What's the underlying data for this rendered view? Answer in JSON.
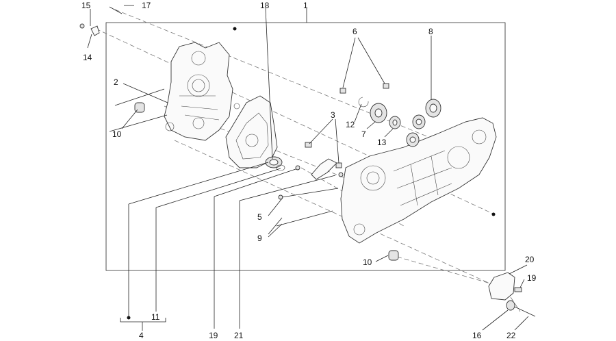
{
  "callouts": [
    {
      "id": "15",
      "text": "15"
    },
    {
      "id": "17",
      "text": "17"
    },
    {
      "id": "14",
      "text": "14"
    },
    {
      "id": "18",
      "text": "18"
    },
    {
      "id": "1",
      "text": "1"
    },
    {
      "id": "6",
      "text": "6"
    },
    {
      "id": "8",
      "text": "8"
    },
    {
      "id": "2",
      "text": "2"
    },
    {
      "id": "10a",
      "text": "10"
    },
    {
      "id": "3",
      "text": "3"
    },
    {
      "id": "12",
      "text": "12"
    },
    {
      "id": "7",
      "text": "7"
    },
    {
      "id": "13",
      "text": "13"
    },
    {
      "id": "5",
      "text": "5"
    },
    {
      "id": "9",
      "text": "9"
    },
    {
      "id": "10b",
      "text": "10"
    },
    {
      "id": "20",
      "text": "20"
    },
    {
      "id": "19a",
      "text": "19"
    },
    {
      "id": "11",
      "text": "11"
    },
    {
      "id": "4",
      "text": "4"
    },
    {
      "id": "19b",
      "text": "19"
    },
    {
      "id": "21",
      "text": "21"
    },
    {
      "id": "16",
      "text": "16"
    },
    {
      "id": "22",
      "text": "22"
    }
  ]
}
